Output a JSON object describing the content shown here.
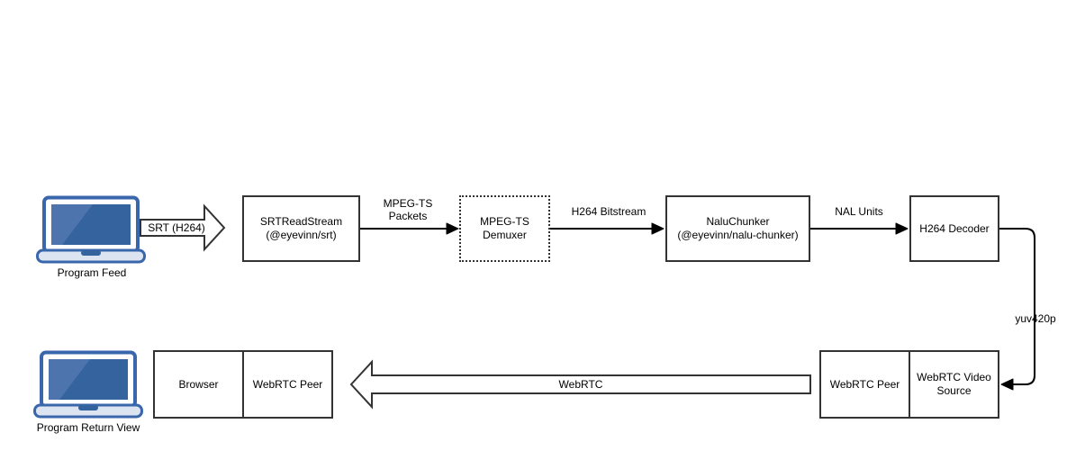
{
  "colors": {
    "background": "#ffffff",
    "box_border": "#333333",
    "edge_line": "#000000",
    "laptop_stroke": "#3a67ac",
    "laptop_screen": "#35639e",
    "laptop_screen_glare": "#4d74ac",
    "laptop_base": "#dbe4f0"
  },
  "nodes": {
    "program_feed": {
      "caption": "Program Feed"
    },
    "srt_read_stream": {
      "label": "SRTReadStream\n(@eyevinn/srt)"
    },
    "mpeg_ts_demuxer": {
      "label": "MPEG-TS\nDemuxer"
    },
    "nalu_chunker": {
      "label": "NaluChunker\n(@eyevinn/nalu-chunker)"
    },
    "h264_decoder": {
      "label": "H264 Decoder"
    },
    "webrtc_peer_out": {
      "label": "WebRTC Peer"
    },
    "webrtc_video_source": {
      "label": "WebRTC Video\nSource"
    },
    "browser": {
      "label": "Browser"
    },
    "webrtc_peer_in": {
      "label": "WebRTC Peer"
    },
    "program_return_view": {
      "caption": "Program Return View"
    }
  },
  "edges": {
    "srt": {
      "label": "SRT (H264)"
    },
    "mpegts_packets": {
      "label": "MPEG-TS\nPackets"
    },
    "h264_bitstream": {
      "label": "H264 Bitstream"
    },
    "nal_units": {
      "label": "NAL Units"
    },
    "yuv420p": {
      "label": "yuv420p"
    },
    "webrtc": {
      "label": "WebRTC"
    }
  }
}
